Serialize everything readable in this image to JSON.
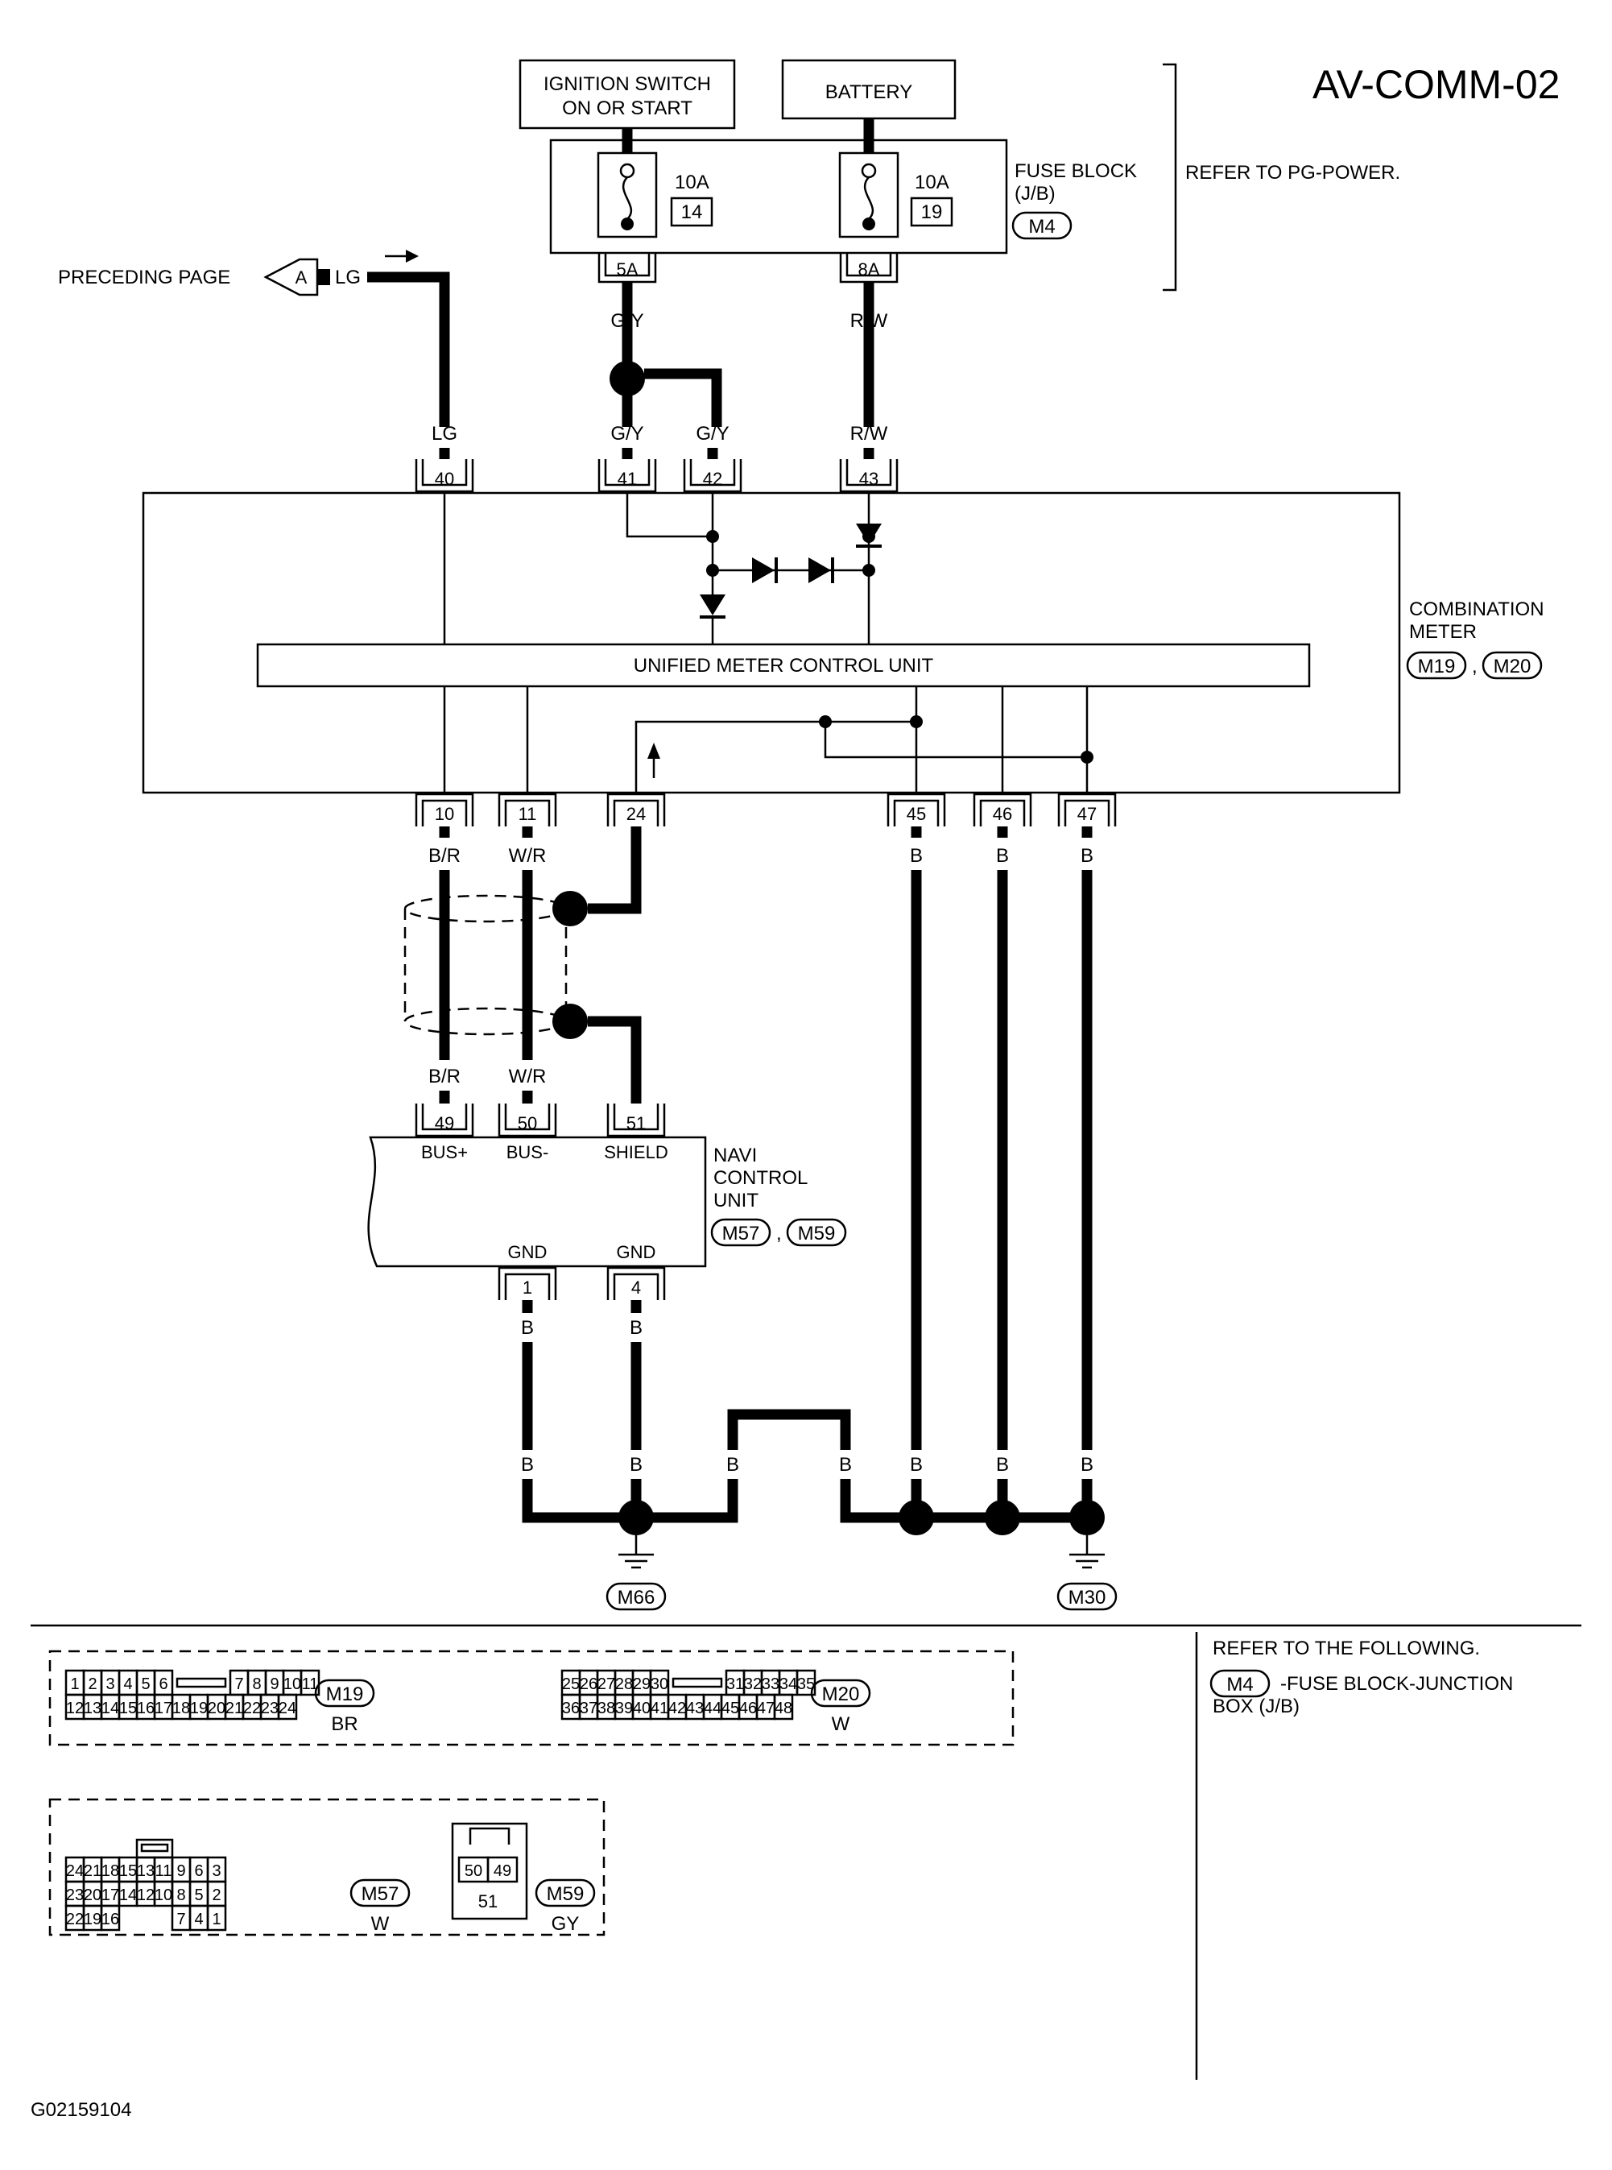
{
  "diagram_id": "AV-COMM-02",
  "footer_code": "G02159104",
  "ignition_label": [
    "IGNITION SWITCH",
    "ON OR START"
  ],
  "battery_label": "BATTERY",
  "fuse_block": {
    "title": [
      "FUSE BLOCK",
      "(J/B)"
    ],
    "connector": "M4",
    "fuse_a": {
      "rating": "10A",
      "number": "14",
      "terminal": "5A"
    },
    "fuse_b": {
      "rating": "10A",
      "number": "19",
      "terminal": "8A"
    }
  },
  "refer_pg": "REFER TO PG-POWER.",
  "preceding": {
    "label": "PRECEDING PAGE",
    "ref": "A",
    "color": "LG"
  },
  "combination_meter": {
    "title": [
      "COMBINATION",
      "METER"
    ],
    "connectors": [
      "M19",
      "M20"
    ],
    "separator": ",",
    "control_unit": "UNIFIED METER CONTROL UNIT",
    "pins_top": [
      "40",
      "41",
      "42",
      "43"
    ],
    "pins_bottom": [
      "10",
      "11",
      "24",
      "45",
      "46",
      "47"
    ]
  },
  "navi": {
    "title": [
      "NAVI",
      "CONTROL",
      "UNIT"
    ],
    "connectors": [
      "M57",
      "M59"
    ],
    "separator": ",",
    "pins_top": [
      "49",
      "50",
      "51"
    ],
    "pin_labels_top": [
      "BUS+",
      "BUS-",
      "SHIELD"
    ],
    "pins_bottom": [
      "1",
      "4"
    ],
    "pin_labels_bottom": [
      "GND",
      "GND"
    ]
  },
  "wire_colors": {
    "lg": "LG",
    "gy": "G/Y",
    "rw": "R/W",
    "br": "B/R",
    "wr": "W/R",
    "b": "B"
  },
  "grounds": [
    "M66",
    "M30"
  ],
  "refer_following": {
    "title": "REFER TO THE FOLLOWING.",
    "connector": "M4",
    "text": [
      "-FUSE BLOCK-JUNCTION",
      "BOX (J/B)"
    ]
  },
  "connector_m19": {
    "id": "M19",
    "color": "BR",
    "row1": [
      "1",
      "2",
      "3",
      "4",
      "5",
      "6",
      "7",
      "8",
      "9",
      "10",
      "11"
    ],
    "row2": [
      "12",
      "13",
      "14",
      "15",
      "16",
      "17",
      "18",
      "19",
      "20",
      "21",
      "22",
      "23",
      "24"
    ]
  },
  "connector_m20": {
    "id": "M20",
    "color": "W",
    "row1": [
      "25",
      "26",
      "27",
      "28",
      "29",
      "30",
      "31",
      "32",
      "33",
      "34",
      "35"
    ],
    "row2": [
      "36",
      "37",
      "38",
      "39",
      "40",
      "41",
      "42",
      "43",
      "44",
      "45",
      "46",
      "47",
      "48"
    ]
  },
  "connector_m57": {
    "id": "M57",
    "color": "W",
    "row1": [
      "24",
      "21",
      "18",
      "15",
      "13",
      "11",
      "9",
      "6",
      "3"
    ],
    "row2": [
      "23",
      "20",
      "17",
      "14",
      "12",
      "10",
      "8",
      "5",
      "2"
    ],
    "row3_left": [
      "22",
      "19",
      "16"
    ],
    "row3_right": [
      "7",
      "4",
      "1"
    ]
  },
  "connector_m59": {
    "id": "M59",
    "color": "GY",
    "pins": [
      "50",
      "49",
      "51"
    ]
  }
}
